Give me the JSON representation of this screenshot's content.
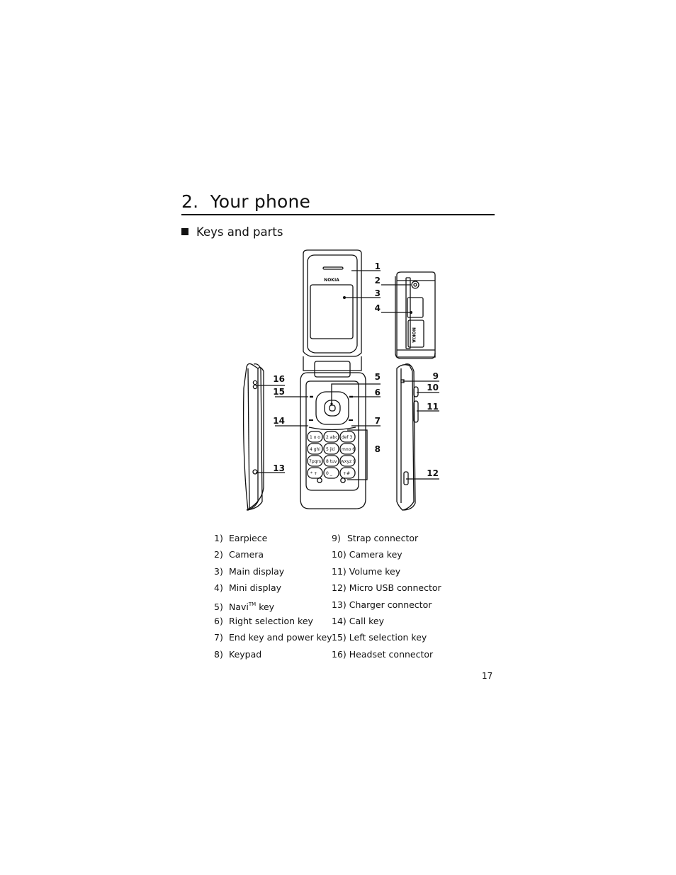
{
  "page": {
    "chapter_number": "2.",
    "chapter_title": "Your phone",
    "section_title": "Keys and parts",
    "page_number": "17"
  },
  "figure": {
    "brand": "NOKIA",
    "callouts": [
      "1",
      "2",
      "3",
      "4",
      "5",
      "6",
      "7",
      "8",
      "9",
      "10",
      "11",
      "12",
      "13",
      "14",
      "15",
      "16"
    ],
    "keypad": [
      [
        "1 o o",
        "2 abc",
        "def 3"
      ],
      [
        "4 ghi",
        "5 jkl",
        "mno 6"
      ],
      [
        "7pqrs",
        "8 tuv",
        "wxyz 9"
      ],
      [
        "* +",
        "0 _",
        "+# "
      ]
    ]
  },
  "parts_left": [
    {
      "num": "1)",
      "label": "Earpiece"
    },
    {
      "num": "2)",
      "label": "Camera"
    },
    {
      "num": "3)",
      "label": "Main display"
    },
    {
      "num": "4)",
      "label": "Mini display"
    },
    {
      "num": "5)",
      "label": "Navi",
      "sup": "TM",
      "suffix": " key"
    },
    {
      "num": "6)",
      "label": "Right selection key"
    },
    {
      "num": "7)",
      "label": "End key and power key"
    },
    {
      "num": "8)",
      "label": "Keypad"
    }
  ],
  "parts_right": [
    {
      "num": "9)",
      "label": "Strap connector"
    },
    {
      "num": "10)",
      "label": "Camera key"
    },
    {
      "num": "11)",
      "label": "Volume key"
    },
    {
      "num": "12)",
      "label": "Micro USB connector"
    },
    {
      "num": "13)",
      "label": "Charger connector"
    },
    {
      "num": "14)",
      "label": "Call key"
    },
    {
      "num": "15)",
      "label": "Left selection key"
    },
    {
      "num": "16)",
      "label": "Headset connector"
    }
  ]
}
